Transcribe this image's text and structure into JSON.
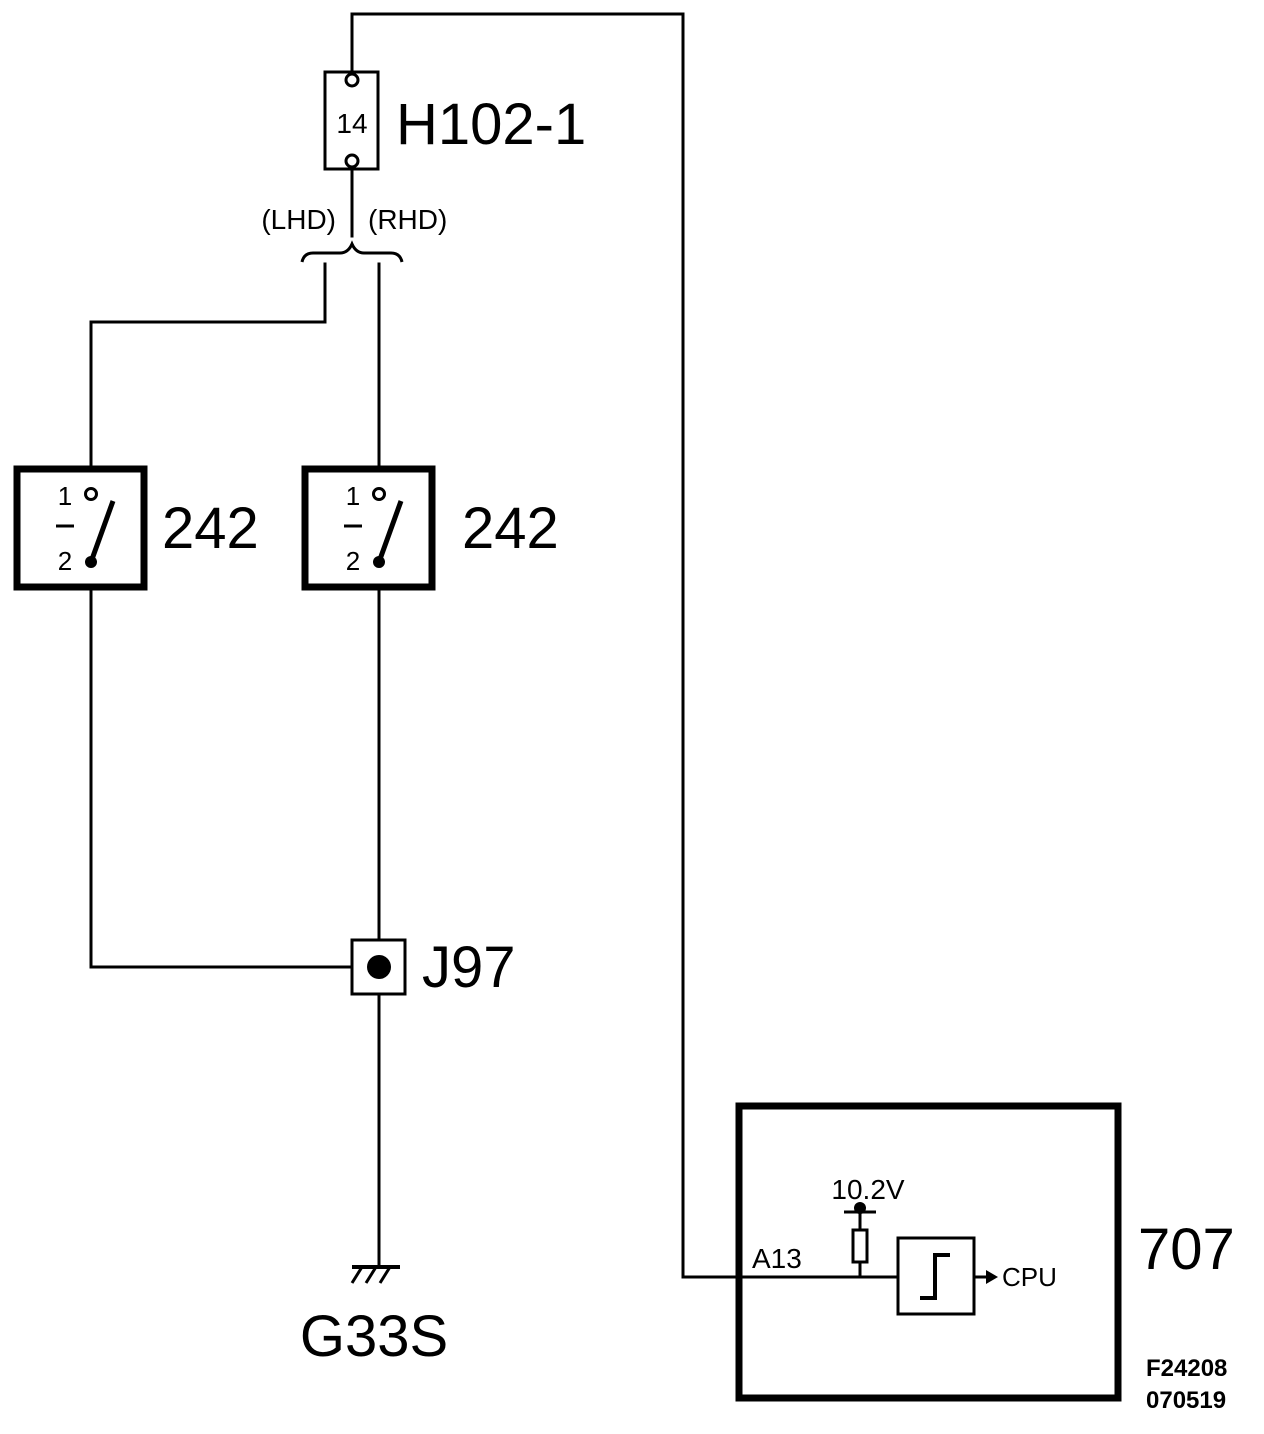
{
  "connector_h102": {
    "label": "H102-1",
    "pin": "14"
  },
  "variant_labels": {
    "left": "(LHD)",
    "right": "(RHD)"
  },
  "switch_left": {
    "label": "242",
    "pin_top": "1",
    "pin_bottom": "2"
  },
  "switch_right": {
    "label": "242",
    "pin_top": "1",
    "pin_bottom": "2"
  },
  "splice": {
    "label": "J97"
  },
  "ground": {
    "label": "G33S"
  },
  "control_unit": {
    "label": "707",
    "pin": "A13",
    "voltage": "10.2V",
    "output": "CPU"
  },
  "figure_ref": {
    "code": "F24208",
    "date": "070519"
  }
}
